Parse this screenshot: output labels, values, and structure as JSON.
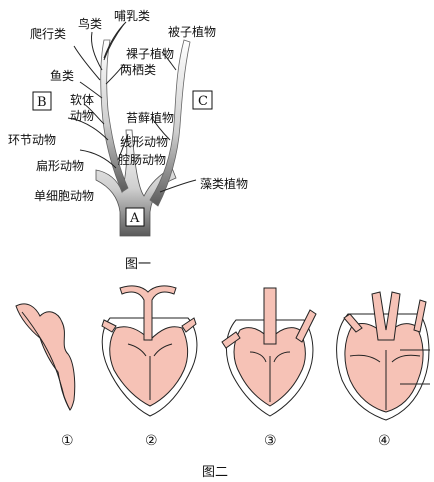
{
  "figure1": {
    "caption": "图一",
    "labels": {
      "pa_xing": "爬行类",
      "niao": "鸟类",
      "bu_ru": "哺乳类",
      "bei_zi": "被子植物",
      "luo_zi": "裸子植物",
      "liang_qi": "两栖类",
      "yu": "鱼类",
      "ruan_ti_1": "软体",
      "ruan_ti_2": "动物",
      "tai_xian": "苔藓植物",
      "huan_jie": "环节动物",
      "xian_xing": "线形动物",
      "qiang_chang": "腔肠动物",
      "bian_xing": "扁形动物",
      "zao_lei": "藻类植物",
      "dan_xi_bao": "单细胞动物"
    },
    "boxes": {
      "A": "A",
      "B": "B",
      "C": "C"
    }
  },
  "figure2": {
    "caption": "图二",
    "numbers": [
      "①",
      "②",
      "③",
      "④"
    ]
  }
}
